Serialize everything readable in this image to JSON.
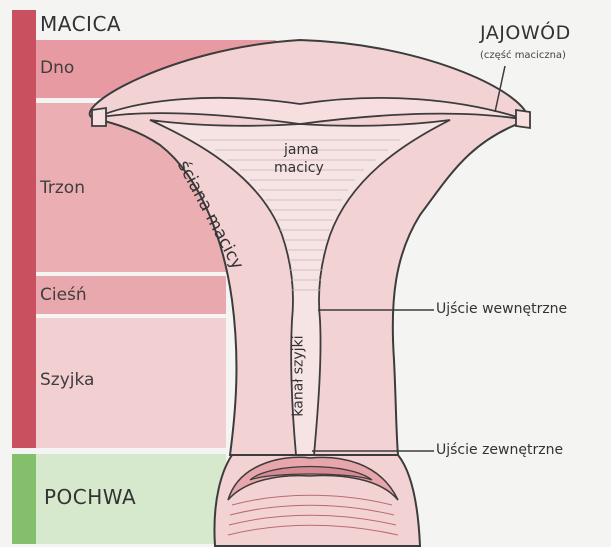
{
  "sections": {
    "macica": "MACICA",
    "pochwa": "POCHWA"
  },
  "regions": {
    "dno": "Dno",
    "trzon": "Trzon",
    "ciesn": "Cieśń",
    "szyjka": "Szyjka"
  },
  "tube": {
    "title": "JAJOWÓD",
    "subtitle": "(część maciczna)"
  },
  "anatomy": {
    "wall": "ściana macicy",
    "cavity_line1": "jama",
    "cavity_line2": "macicy",
    "canal": "kanał szyjki"
  },
  "callouts": {
    "internal_os": "Ujście wewnętrzne",
    "external_os": "Ujście zewnętrzne"
  },
  "colors": {
    "uterus_bar": "#c8505f",
    "vagina_bar": "#84bf6c",
    "band_dno": "#e89aa2",
    "band_trzon": "#ebaeb3",
    "band_ciesn": "#e9a8ae",
    "band_szyjka": "#f2cfd1",
    "band_pochwa": "#d7e9cc",
    "tissue": "#f3d2d4",
    "tissue_outline": "#3c3c3c"
  }
}
